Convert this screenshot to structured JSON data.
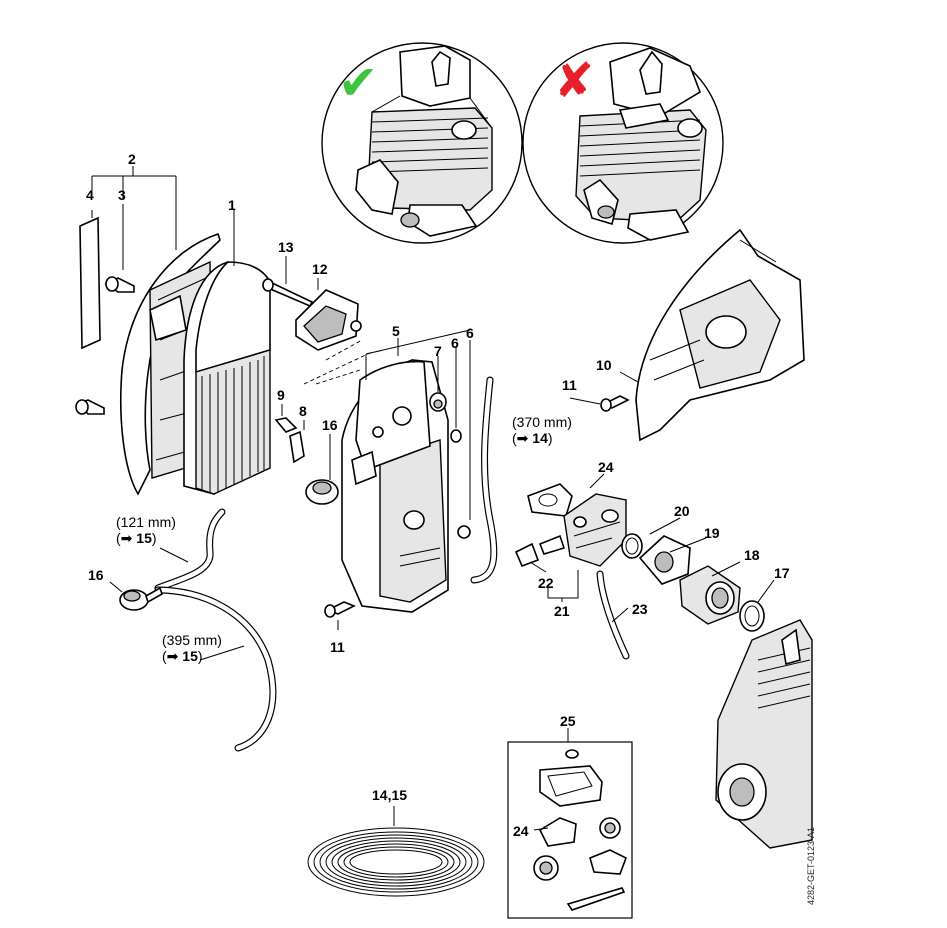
{
  "diagram": {
    "title": "Air filter and carburetor exploded parts view",
    "callouts": {
      "c1": "1",
      "c2": "2",
      "c3": "3",
      "c4": "4",
      "c5": "5",
      "c6a": "6",
      "c6b": "6",
      "c7": "7",
      "c8": "8",
      "c9": "9",
      "c10": "10",
      "c11a": "11",
      "c11b": "11",
      "c12": "12",
      "c13": "13",
      "c14_15": "14,15",
      "c16a": "16",
      "c16b": "16",
      "c17": "17",
      "c18": "18",
      "c19": "19",
      "c20": "20",
      "c21": "21",
      "c22": "22",
      "c23": "23",
      "c24a": "24",
      "c24b": "24",
      "c25": "25"
    },
    "dimensions": {
      "d370": {
        "length": "(370 mm)",
        "ref": "14",
        "paren": ")"
      },
      "d121": {
        "length": "(121 mm)",
        "ref": "15",
        "paren": ")"
      },
      "d395": {
        "length": "(395 mm)",
        "ref": "15",
        "paren": ")"
      }
    },
    "arrow_symbol": "➡",
    "open_paren": "(",
    "indicators": {
      "correct": "✔",
      "incorrect": "✘"
    },
    "colors": {
      "correct": "#3fc43f",
      "incorrect": "#e8202a"
    },
    "document_id": "4282-GET-0123-A1"
  }
}
